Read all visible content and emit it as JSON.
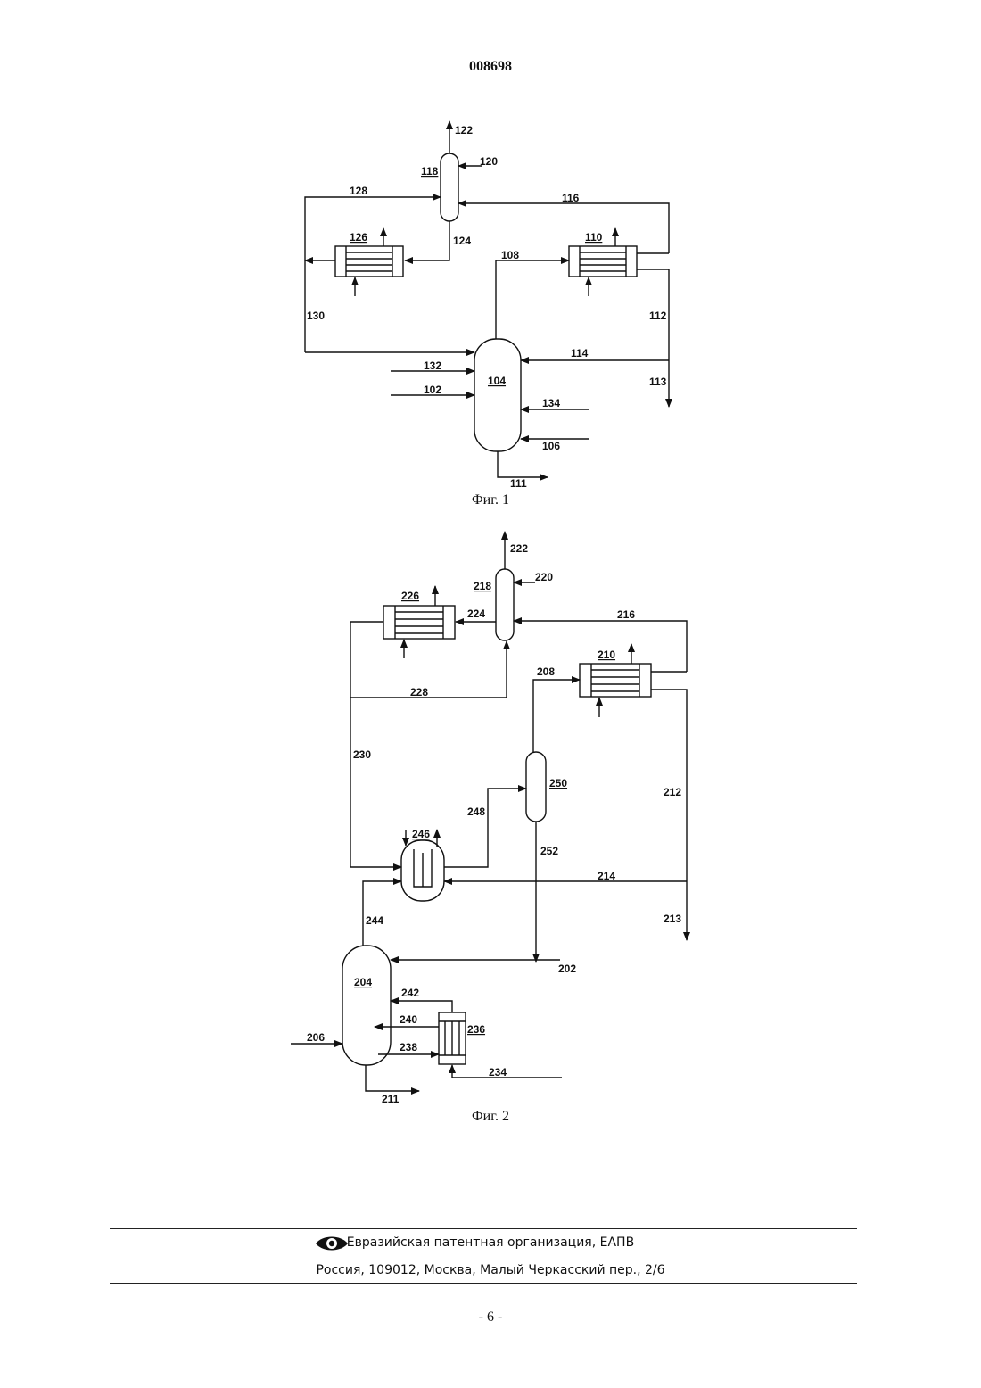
{
  "document_number": "008698",
  "fig1": {
    "caption": "Фиг. 1",
    "labels": {
      "l122": "122",
      "l120": "120",
      "l118": "118",
      "l128": "128",
      "l116": "116",
      "l126": "126",
      "l124": "124",
      "l110": "110",
      "l108": "108",
      "l130": "130",
      "l112": "112",
      "l114": "114",
      "l132": "132",
      "l104": "104",
      "l102": "102",
      "l113": "113",
      "l134": "134",
      "l106": "106",
      "l111": "111"
    }
  },
  "fig2": {
    "caption": "Фиг. 2",
    "labels": {
      "l222": "222",
      "l220": "220",
      "l218": "218",
      "l226": "226",
      "l224": "224",
      "l216": "216",
      "l210": "210",
      "l208": "208",
      "l228": "228",
      "l230": "230",
      "l250": "250",
      "l212": "212",
      "l248": "248",
      "l246": "246",
      "l252": "252",
      "l214": "214",
      "l244": "244",
      "l213": "213",
      "l202": "202",
      "l204": "204",
      "l242": "242",
      "l240": "240",
      "l236": "236",
      "l206": "206",
      "l238": "238",
      "l234": "234",
      "l211": "211"
    }
  },
  "footer": {
    "organization": "Евразийская патентная организация, ЕАПВ",
    "address": "Россия, 109012, Москва, Малый Черкасский пер., 2/6",
    "logo_icon": "eye-logo-icon"
  },
  "page_number": "- 6 -"
}
